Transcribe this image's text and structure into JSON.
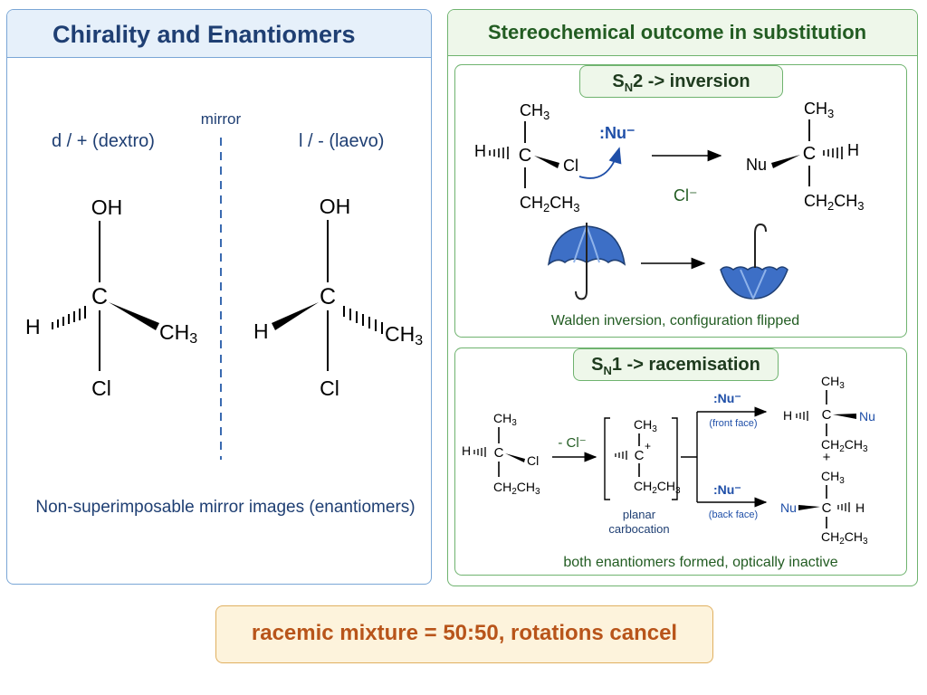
{
  "left": {
    "title": "Chirality and Enantiomers",
    "mirror_label": "mirror",
    "dextro_label": "d / + (dextro)",
    "laevo_label": "l / - (laevo)",
    "caption": "Non-superimposable mirror images (enantiomers)",
    "molecule": {
      "top": "OH",
      "center": "C",
      "left": "H",
      "right": "CH",
      "bottom": "Cl",
      "sub3": "3"
    }
  },
  "right": {
    "title": "Stereochemical outcome in substitution",
    "sn2": {
      "pill_s": "S",
      "pill_n": "N",
      "pill_rest": "2 -> inversion",
      "nucleophile": ":Nu⁻",
      "leaving": "Cl⁻",
      "reactant": {
        "top": "CH",
        "left": "H",
        "center": "C",
        "right": "Cl",
        "bottom": "CH",
        "bottom_mid": "CH"
      },
      "product": {
        "top": "CH",
        "left": "Nu",
        "center": "C",
        "right": "H",
        "bottom": "CH",
        "bottom_mid": "CH"
      },
      "caption": "Walden inversion, configuration flipped"
    },
    "sn1": {
      "pill_s": "S",
      "pill_n": "N",
      "pill_rest": "1 -> racemisation",
      "loss": "- Cl⁻",
      "carbocation_label_1": "planar",
      "carbocation_label_2": "carbocation",
      "front_nu": ":Nu⁻",
      "front_face": "(front face)",
      "back_nu": ":Nu⁻",
      "back_face": "(back face)",
      "plus": "+",
      "caption": "both enantiomers formed, optically inactive",
      "reactant": {
        "top": "CH",
        "left": "H",
        "center": "C",
        "right": "Cl",
        "bottom": "CH",
        "bottom_mid": "CH"
      },
      "cation": {
        "top": "CH",
        "center": "C",
        "charge": "+",
        "bottom": "CH",
        "bottom_mid": "CH"
      },
      "prod1": {
        "top": "CH",
        "left": "H",
        "center": "C",
        "right": "Nu",
        "bottom": "CH",
        "bottom_mid": "CH"
      },
      "prod2": {
        "top": "CH",
        "left": "Nu",
        "center": "C",
        "right": "H",
        "bottom": "CH",
        "bottom_mid": "CH"
      }
    }
  },
  "result": "racemic mixture = 50:50, rotations cancel",
  "colors": {
    "blue_dark": "#1f3f73",
    "green_dark": "#225c22",
    "orange": "#b8541a",
    "nu_blue": "#1f4fa8",
    "umbrella": "#3d6fc6"
  }
}
